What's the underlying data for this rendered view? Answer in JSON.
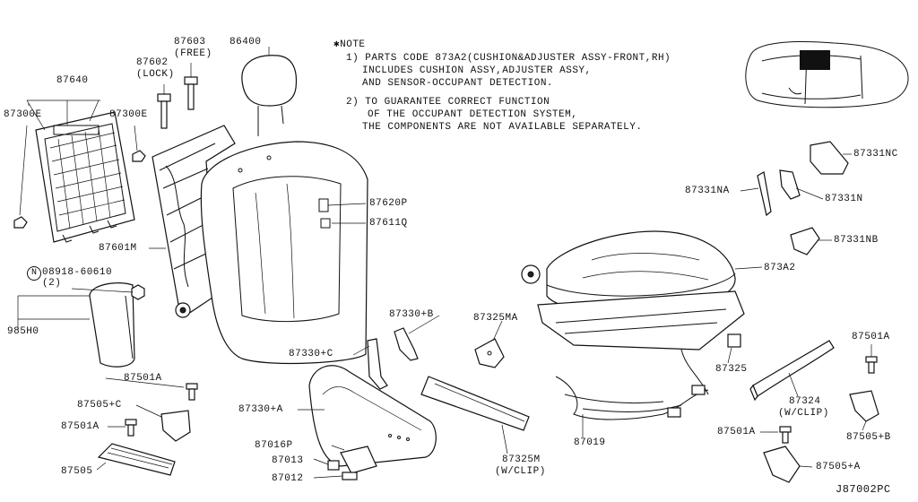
{
  "diagram": {
    "note": {
      "marker": "✱",
      "title": "NOTE",
      "item1_line1": "1) PARTS CODE 873A2(CUSHION&ADJUSTER ASSY-FRONT,RH)",
      "item1_line2": "INCLUDES CUSHION ASSY,ADJUSTER ASSY,",
      "item1_line3": "AND SENSOR-OCCUPANT DETECTION.",
      "item2_line1": "2) TO GUARANTEE CORRECT FUNCTION",
      "item2_line2": "OF THE OCCUPANT DETECTION SYSTEM,",
      "item2_line3": "THE COMPONENTS ARE NOT AVAILABLE SEPARATELY."
    },
    "labels": {
      "p87603": "87603",
      "p87603_sub": "(FREE)",
      "p87602": "87602",
      "p87602_sub": "(LOCK)",
      "p86400": "86400",
      "p87640": "87640",
      "p87300e_l": "87300E",
      "p87300e_r": "87300E",
      "p87620p": "87620P",
      "p87611q": "87611Q",
      "p87601m": "87601M",
      "p08918_n": "N",
      "p08918": "08918-60610",
      "p08918_sub": "(2)",
      "p985h0": "985H0",
      "p87501a_1": "87501A",
      "p87505c": "87505+C",
      "p87501a_2": "87501A",
      "p87505": "87505",
      "p87330b": "87330+B",
      "p87330c": "87330+C",
      "p87325ma": "87325MA",
      "p87330a": "87330+A",
      "p87016p": "87016P",
      "p87013": "87013",
      "p87012": "87012",
      "p87325m": "87325M",
      "p87325m_sub": "(W/CLIP)",
      "p87019": "87019",
      "p87325": "87325",
      "p873a2": "873A2",
      "p87331nc": "87331NC",
      "p87331na": "87331NA",
      "p87331n": "87331N",
      "p87331nb": "87331NB",
      "p87501a_3": "87501A",
      "p87324": "87324",
      "p87324_sub": "(W/CLIP)",
      "p87501a_4": "87501A",
      "p87505b": "87505+B",
      "p87505a": "87505+A",
      "diagram_code": "J87002PC"
    }
  }
}
